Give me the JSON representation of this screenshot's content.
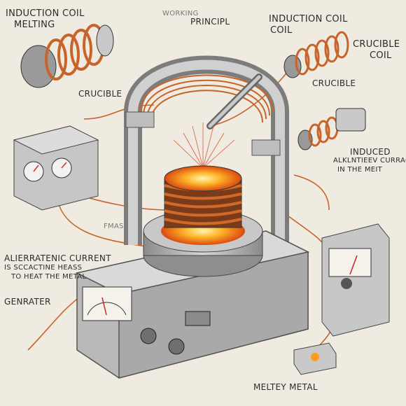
{
  "labels": {
    "induction_coil_melting_line1": "INDUCTION COIL",
    "induction_coil_melting_line2": "MELTING",
    "working": "WORKING",
    "principle": "PRINCIPL",
    "induction_coil_right_line1": "INDUCTION COIL",
    "induction_coil_right_line2": "COIL",
    "crucible_coil_line1": "CRUCIBLE",
    "crucible_coil_line2": "COIL",
    "crucible_left": "CRUCIBLE",
    "crucible_right": "CRUCIBLE",
    "induced_line1": "INDUCED",
    "induced_line2": "ALKLNTIEEV CURRACT",
    "induced_line3": "IN THE MEIT",
    "alternating_line1": "ALIERRATENIC CURRENT",
    "alternating_line2": "IS SCCACTINE HEASS",
    "alternating_line3": "TO HEAT THE METAL",
    "generator": "GENRATER",
    "meltey_metal": "MELTEY METAL",
    "small_label": "FMAS"
  },
  "colors": {
    "background": "#efebe1",
    "copper": "#c8642a",
    "steel": "#9c9c9c",
    "molten": "#ff9a1f"
  },
  "icons": [
    "gauge-icon",
    "knob-icon",
    "coil-icon",
    "crucible-icon"
  ]
}
